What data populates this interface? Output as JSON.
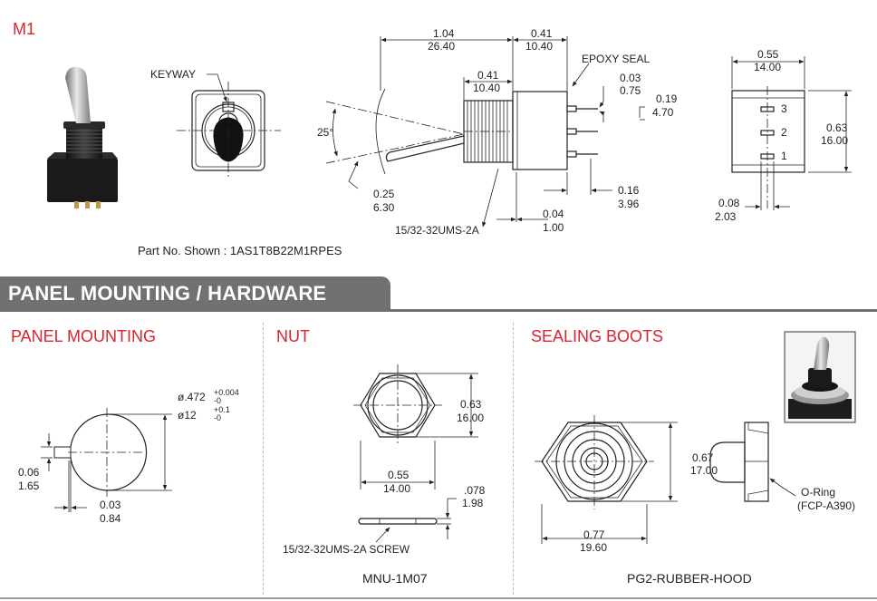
{
  "section_label": "M1",
  "part_number_text": "Part No. Shown : 1AS1T8B22M1RPES",
  "banner_title": "PANEL MOUNTING / HARDWARE",
  "sections": {
    "panel_mounting": "PANEL MOUNTING",
    "nut": "NUT",
    "sealing_boots": "SEALING BOOTS"
  },
  "captions": {
    "nut": "MNU-1M07",
    "boot": "PG2-RUBBER-HOOD"
  },
  "top_view": {
    "keyway": "KEYWAY"
  },
  "side_view": {
    "d_overall_in": "1.04",
    "d_overall_mm": "26.40",
    "d_body_in": "0.41",
    "d_body_mm": "10.40",
    "d_bush_in": "0.41",
    "d_bush_mm": "10.40",
    "epoxy_seal": "EPOXY SEAL",
    "d_term_t_in": "0.03",
    "d_term_t_mm": "0.75",
    "d_term_len_in": "0.19",
    "d_term_len_mm": "4.70",
    "angle": "25°",
    "d_lever_in": "0.25",
    "d_lever_mm": "6.30",
    "thread": "15/32-32UMS-2A",
    "d_flange_in": "0.04",
    "d_flange_mm": "1.00",
    "d_pitch_in": "0.16",
    "d_pitch_mm": "3.96"
  },
  "end_view": {
    "d_width_in": "0.55",
    "d_width_mm": "14.00",
    "d_height_in": "0.63",
    "d_height_mm": "16.00",
    "d_pin_in": "0.08",
    "d_pin_mm": "2.03",
    "pin1": "1",
    "pin2": "2",
    "pin3": "3"
  },
  "panel": {
    "dia_in": "ø.472",
    "tol_in_plus": "+0.004",
    "tol_in_minus": "-0",
    "dia_mm": "ø12",
    "tol_mm_plus": "+0.1",
    "tol_mm_minus": "-0",
    "key_w_in": "0.06",
    "key_w_mm": "1.65",
    "key_d_in": "0.03",
    "key_d_mm": "0.84"
  },
  "nut": {
    "h_in": "0.63",
    "h_mm": "16.00",
    "w_in": "0.55",
    "w_mm": "14.00",
    "t_in": ".078",
    "t_mm": "1.98",
    "screw": "15/32-32UMS-2A SCREW"
  },
  "boot": {
    "h_in": "0.67",
    "h_mm": "17.00",
    "w_in": "0.77",
    "w_mm": "19.60",
    "oring": "O-Ring",
    "oring_part": "(FCP-A390)"
  }
}
